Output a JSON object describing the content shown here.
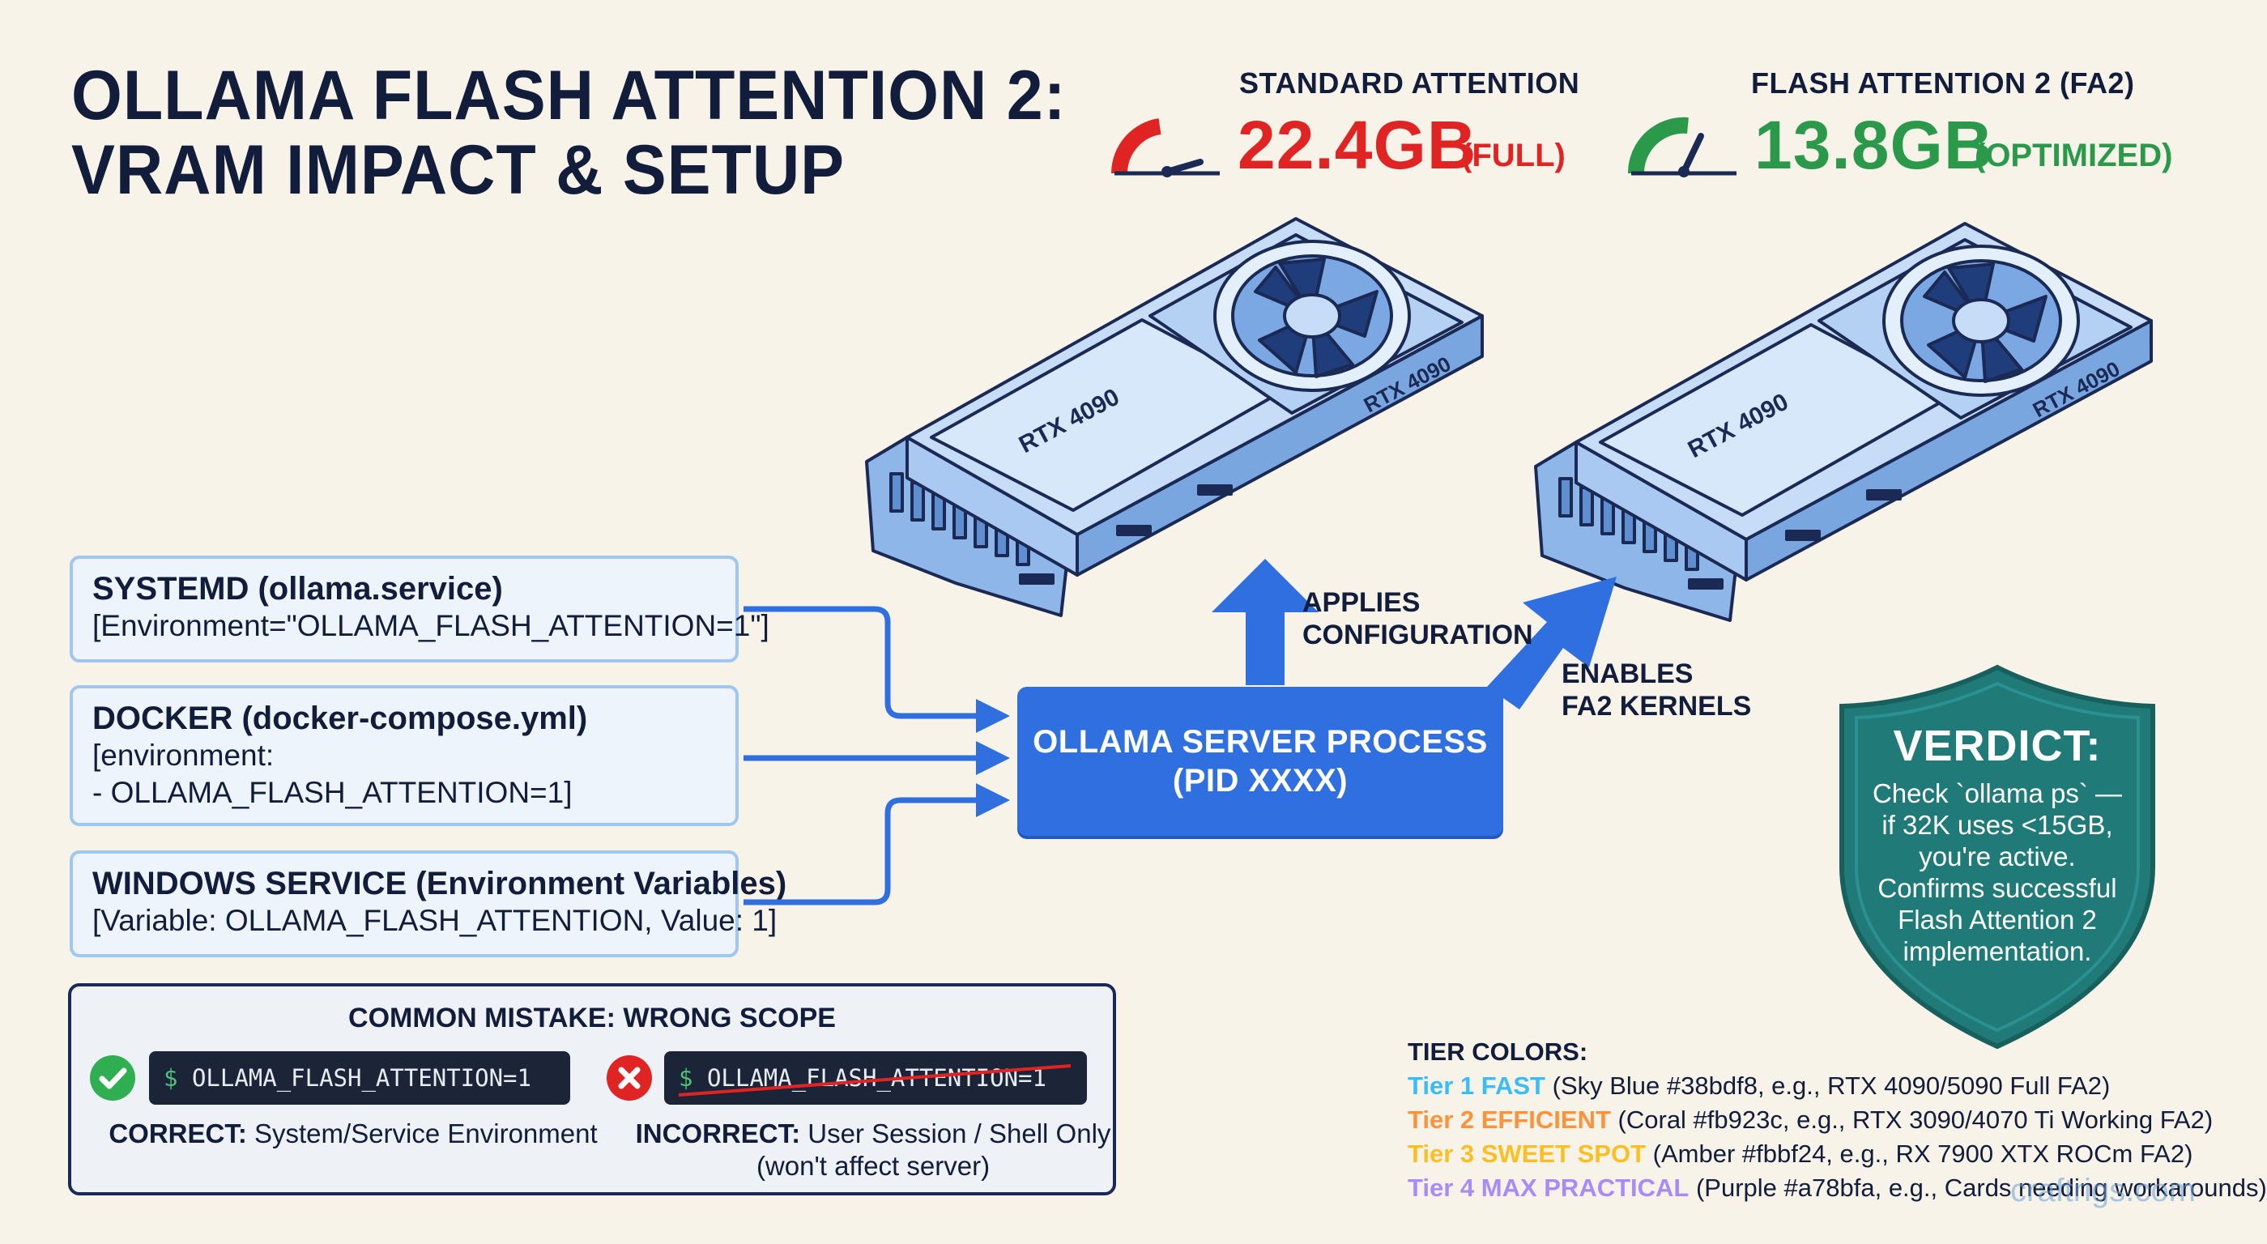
{
  "title": {
    "line1": "OLLAMA FLASH ATTENTION 2:",
    "line2": "VRAM IMPACT & SETUP"
  },
  "metrics": {
    "standard": {
      "label": "STANDARD ATTENTION",
      "value": "22.4GB",
      "tag": "(FULL)",
      "color": "#e02424",
      "gauge_level": 0.15
    },
    "flash": {
      "label": "FLASH ATTENTION 2 (FA2)",
      "value": "13.8GB",
      "tag": "(OPTIMIZED)",
      "color": "#2a9a4a",
      "gauge_level": 0.45
    }
  },
  "gpus": [
    {
      "face_label": "RTX 4090",
      "side_label": "RTX 4090"
    },
    {
      "face_label": "RTX 4090",
      "side_label": "RTX 4090"
    }
  ],
  "configs": [
    {
      "heading": "SYSTEMD (ollama.service)",
      "lines": [
        "[Environment=\"OLLAMA_FLASH_ATTENTION=1\"]"
      ]
    },
    {
      "heading": "DOCKER (docker-compose.yml)",
      "lines": [
        "[environment:",
        "- OLLAMA_FLASH_ATTENTION=1]"
      ]
    },
    {
      "heading": "WINDOWS SERVICE (Environment Variables)",
      "lines": [
        "[Variable: OLLAMA_FLASH_ATTENTION, Value: 1]"
      ]
    }
  ],
  "server": {
    "line1": "OLLAMA SERVER PROCESS",
    "line2": "(PID XXXX)"
  },
  "flow": {
    "applies": [
      "APPLIES",
      "CONFIGURATION"
    ],
    "enables": [
      "ENABLES",
      "FA2 KERNELS"
    ]
  },
  "mistake": {
    "title": "COMMON MISTAKE: WRONG SCOPE",
    "correct": {
      "prompt": "$",
      "command": "OLLAMA_FLASH_ATTENTION=1",
      "label_bold": "CORRECT:",
      "label": "System/Service Environment"
    },
    "incorrect": {
      "prompt": "$",
      "command": "OLLAMA_FLASH_ATTENTION=1",
      "label_bold": "INCORRECT:",
      "label": "User Session / Shell Only",
      "label2": "(won't affect server)"
    }
  },
  "verdict": {
    "title": "VERDICT:",
    "lines": [
      "Check `ollama ps` —",
      "if 32K uses <15GB,",
      "you're active.",
      "Confirms successful",
      "Flash Attention 2",
      "implementation."
    ],
    "color": "#1f7a78"
  },
  "tiers": {
    "heading": "TIER COLORS:",
    "items": [
      {
        "name": "Tier 1 FAST",
        "desc": "(Sky Blue #38bdf8, e.g., RTX 4090/5090 Full FA2)",
        "color": "#38bdf8"
      },
      {
        "name": "Tier 2 EFFICIENT",
        "desc": "(Coral #fb923c, e.g., RTX 3090/4070 Ti Working FA2)",
        "color": "#fb923c"
      },
      {
        "name": "Tier 3 SWEET SPOT",
        "desc": "(Amber #fbbf24, e.g., RX 7900 XTX ROCm FA2)",
        "color": "#fbbf24"
      },
      {
        "name": "Tier 4 MAX PRACTICAL",
        "desc": "(Purple #a78bfa, e.g., Cards needing workarounds)",
        "color": "#a78bfa"
      }
    ]
  },
  "watermark": "craftrigs.com"
}
